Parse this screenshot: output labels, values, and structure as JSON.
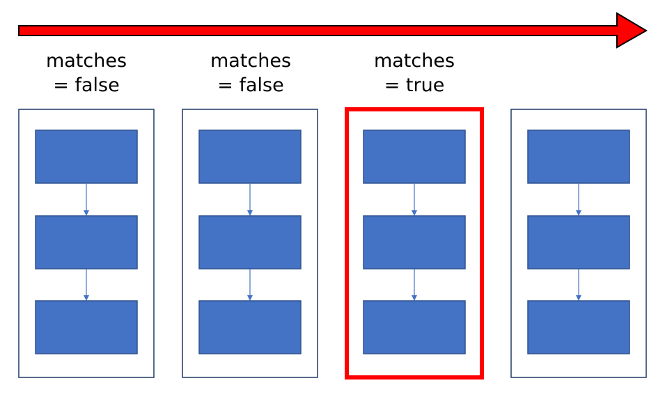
{
  "colors": {
    "arrow_fill": "#ff0000",
    "arrow_stroke": "#000000",
    "highlight": "#ff0000",
    "box_fill": "#4472c4",
    "box_border": "#2f528f",
    "panel_border": "#1f3864",
    "connector": "#4472c4"
  },
  "direction_arrow": {
    "icon": "right-arrow-icon"
  },
  "columns": [
    {
      "label_line1": "matches",
      "label_line2": "= false",
      "highlighted": false,
      "steps": 3
    },
    {
      "label_line1": "matches",
      "label_line2": "= false",
      "highlighted": false,
      "steps": 3
    },
    {
      "label_line1": "matches",
      "label_line2": "= true",
      "highlighted": true,
      "steps": 3
    },
    {
      "label_line1": "",
      "label_line2": "",
      "highlighted": false,
      "steps": 3
    }
  ]
}
